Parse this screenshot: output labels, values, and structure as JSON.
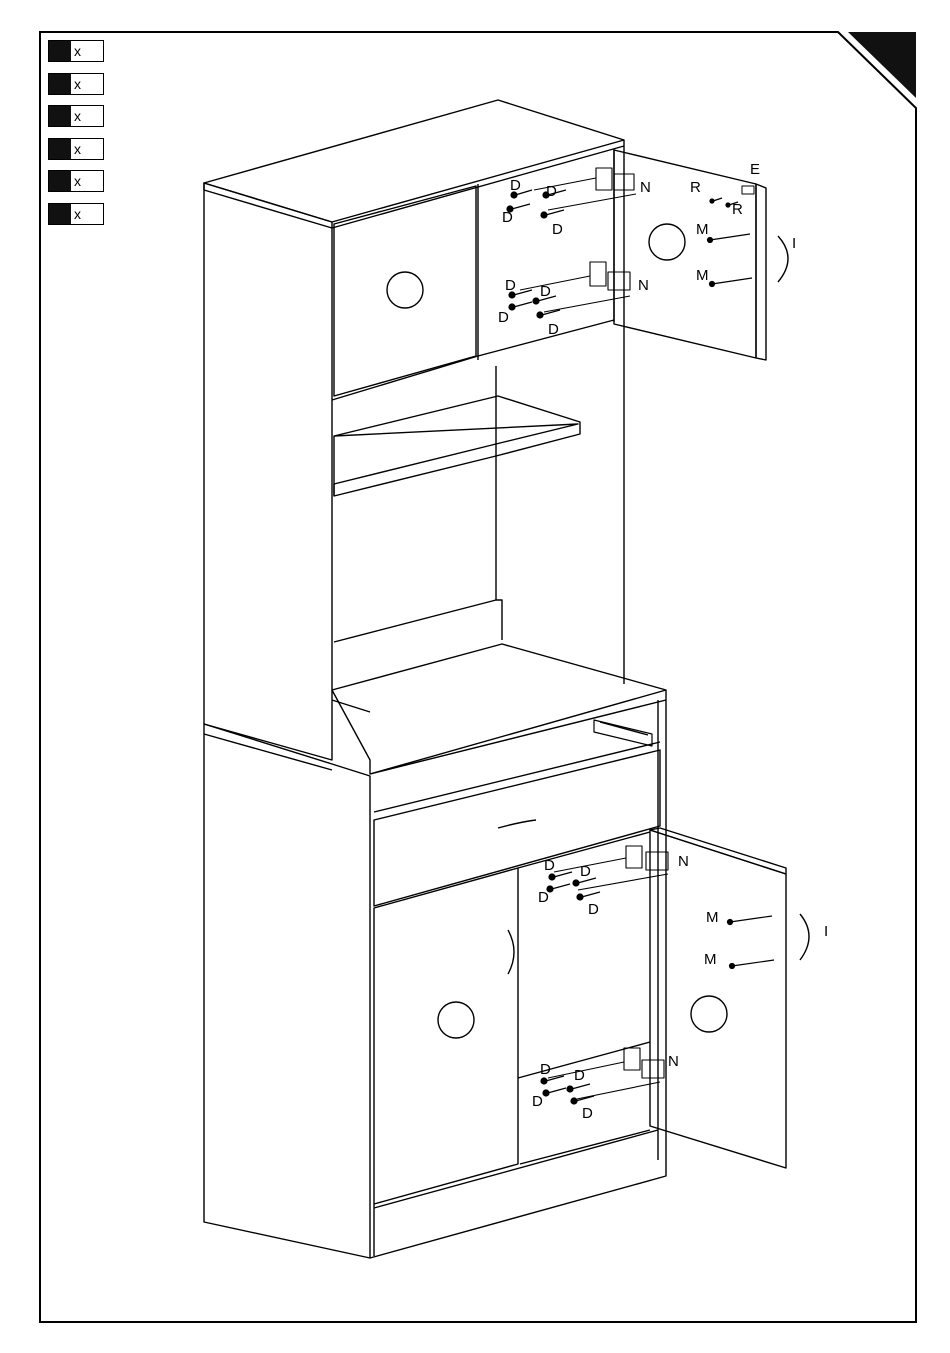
{
  "parts_list": [
    {
      "qty": "x"
    },
    {
      "qty": "x"
    },
    {
      "qty": "x"
    },
    {
      "qty": "x"
    },
    {
      "qty": "x"
    },
    {
      "qty": "x"
    }
  ],
  "labels": {
    "D": "D",
    "N": "N",
    "M": "M",
    "R": "R",
    "E": "E",
    "I": "I"
  },
  "colors": {
    "line": "#000000",
    "corner_marker": "#111111"
  }
}
